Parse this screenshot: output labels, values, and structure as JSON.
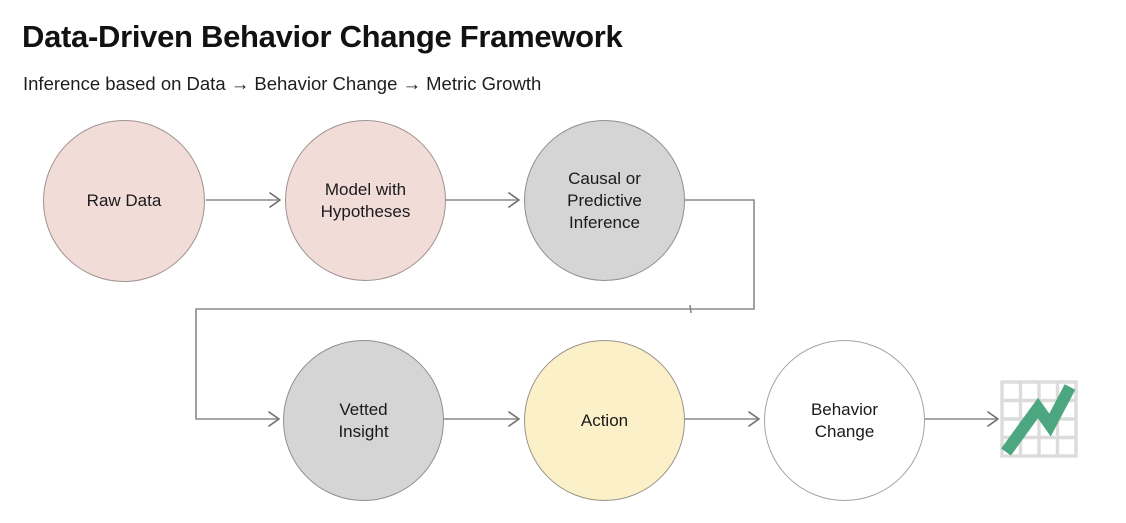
{
  "header": {
    "title": "Data-Driven Behavior Change Framework",
    "subtitle": "Inference based on Data → Behavior Change → Metric Growth"
  },
  "diagram": {
    "type": "flowchart",
    "nodes": [
      {
        "id": "raw-data",
        "label": "Raw Data",
        "shape": "circle",
        "fill": "#f2dcd8",
        "row": 1,
        "order": 1
      },
      {
        "id": "model",
        "label": "Model with Hypotheses",
        "shape": "circle",
        "fill": "#f2dcd8",
        "row": 1,
        "order": 2
      },
      {
        "id": "inference",
        "label": "Causal or Predictive Inference",
        "shape": "circle",
        "fill": "#d5d5d5",
        "row": 1,
        "order": 3
      },
      {
        "id": "vetted",
        "label": "Vetted Insight",
        "shape": "circle",
        "fill": "#d5d5d5",
        "row": 2,
        "order": 1
      },
      {
        "id": "action",
        "label": "Action",
        "shape": "circle",
        "fill": "#fcf0c9",
        "row": 2,
        "order": 2
      },
      {
        "id": "behavior",
        "label": "Behavior Change",
        "shape": "circle",
        "fill": "#ffffff",
        "row": 2,
        "order": 3
      }
    ],
    "edges": [
      {
        "from": "raw-data",
        "to": "model",
        "style": "straight"
      },
      {
        "from": "model",
        "to": "inference",
        "style": "straight"
      },
      {
        "from": "inference",
        "to": "vetted",
        "style": "orthogonal-wrap"
      },
      {
        "from": "vetted",
        "to": "action",
        "style": "straight"
      },
      {
        "from": "action",
        "to": "behavior",
        "style": "straight"
      },
      {
        "from": "behavior",
        "to": "metric-growth-icon",
        "style": "straight"
      }
    ],
    "terminal_icon": {
      "name": "metric-growth-chart-icon",
      "grid_color": "#dcdcdc",
      "trend_color": "#4ca67f"
    }
  },
  "colors": {
    "pink": "#f2dcd8",
    "gray": "#d5d5d5",
    "cream": "#fcf0c9",
    "white": "#ffffff",
    "connector": "#8a8a8a",
    "accent_green": "#4ca67f",
    "text": "#17181a"
  }
}
